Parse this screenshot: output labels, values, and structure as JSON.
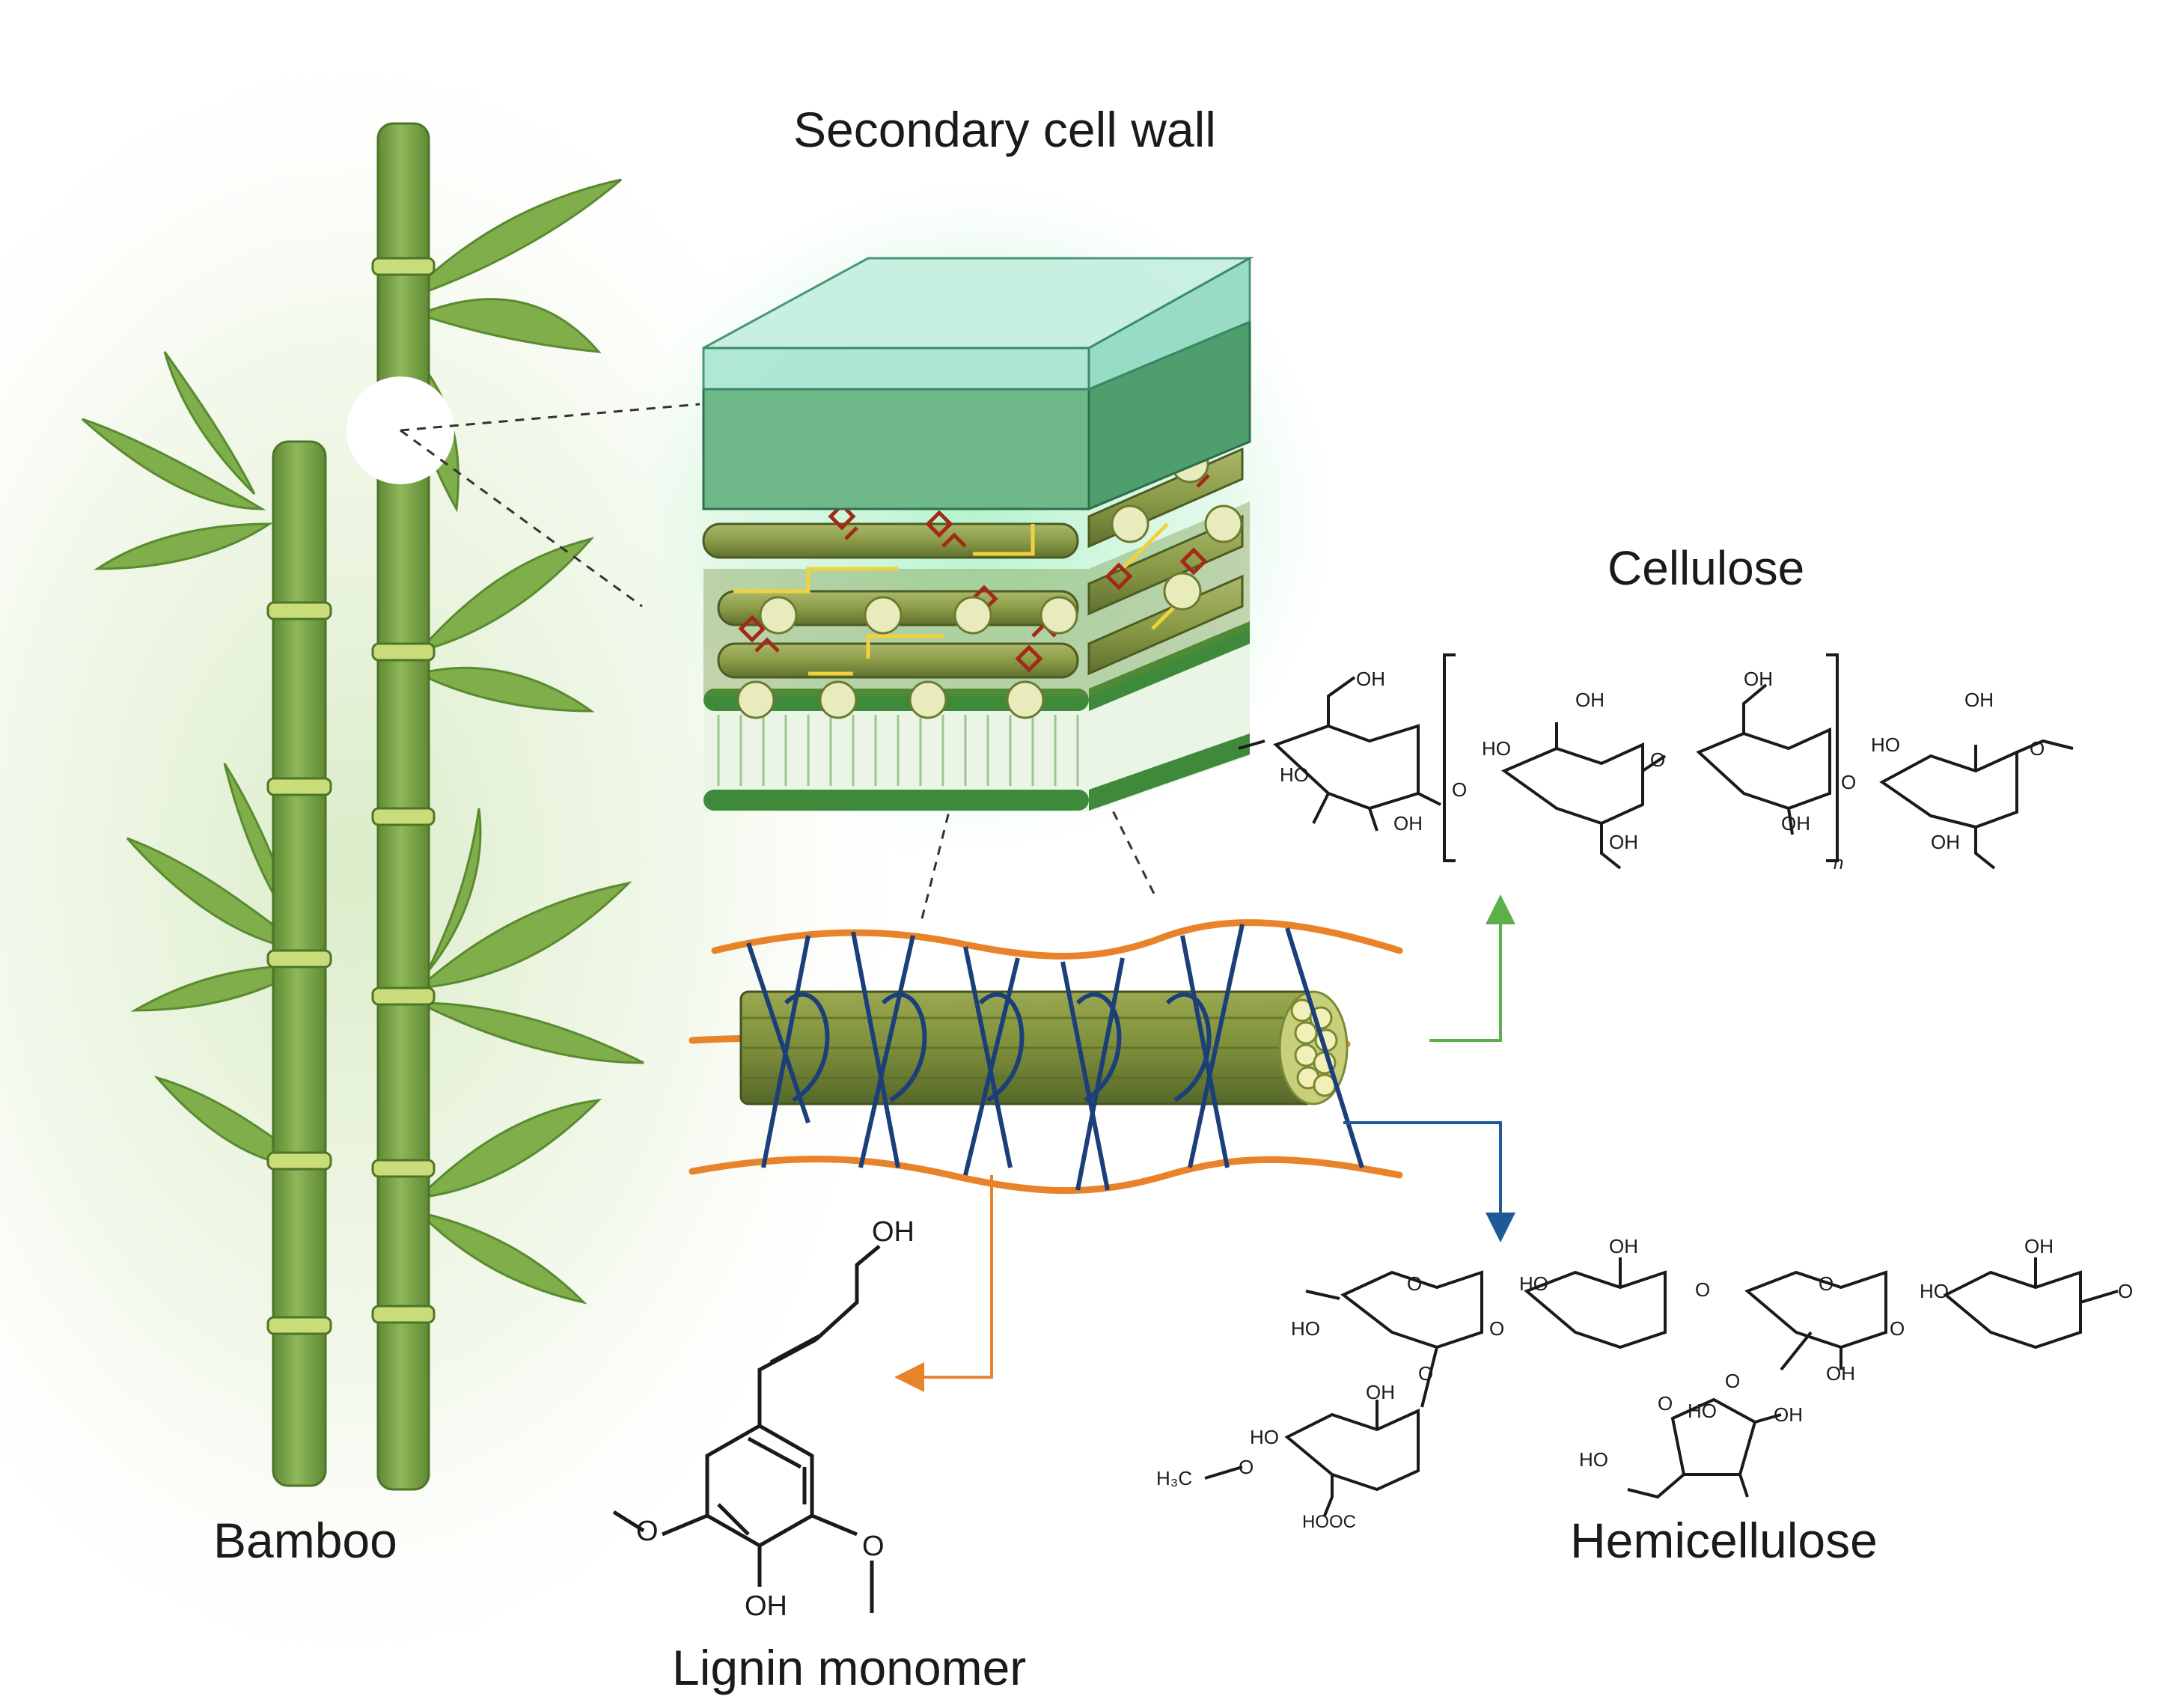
{
  "labels": {
    "secondary_cell_wall": "Secondary cell wall",
    "cellulose": "Cellulose",
    "hemicellulose": "Hemicellulose",
    "bamboo": "Bamboo",
    "lignin_monomer": "Lignin monomer"
  },
  "chem": {
    "oh": "OH",
    "ho": "HO",
    "o": "O",
    "n": "n",
    "h3c": "H₃C",
    "hooc": "HOOC"
  },
  "colors": {
    "bamboo_green": "#7fa64a",
    "cell_wall_glow": "#7ee0a8",
    "cellulose_arrow": "#5bb04a",
    "hemicellulose_arrow": "#1f5a96",
    "lignin_arrow": "#e8832a",
    "lignin_red": "#a32a18",
    "fibril_olive": "#7d8f3a"
  }
}
